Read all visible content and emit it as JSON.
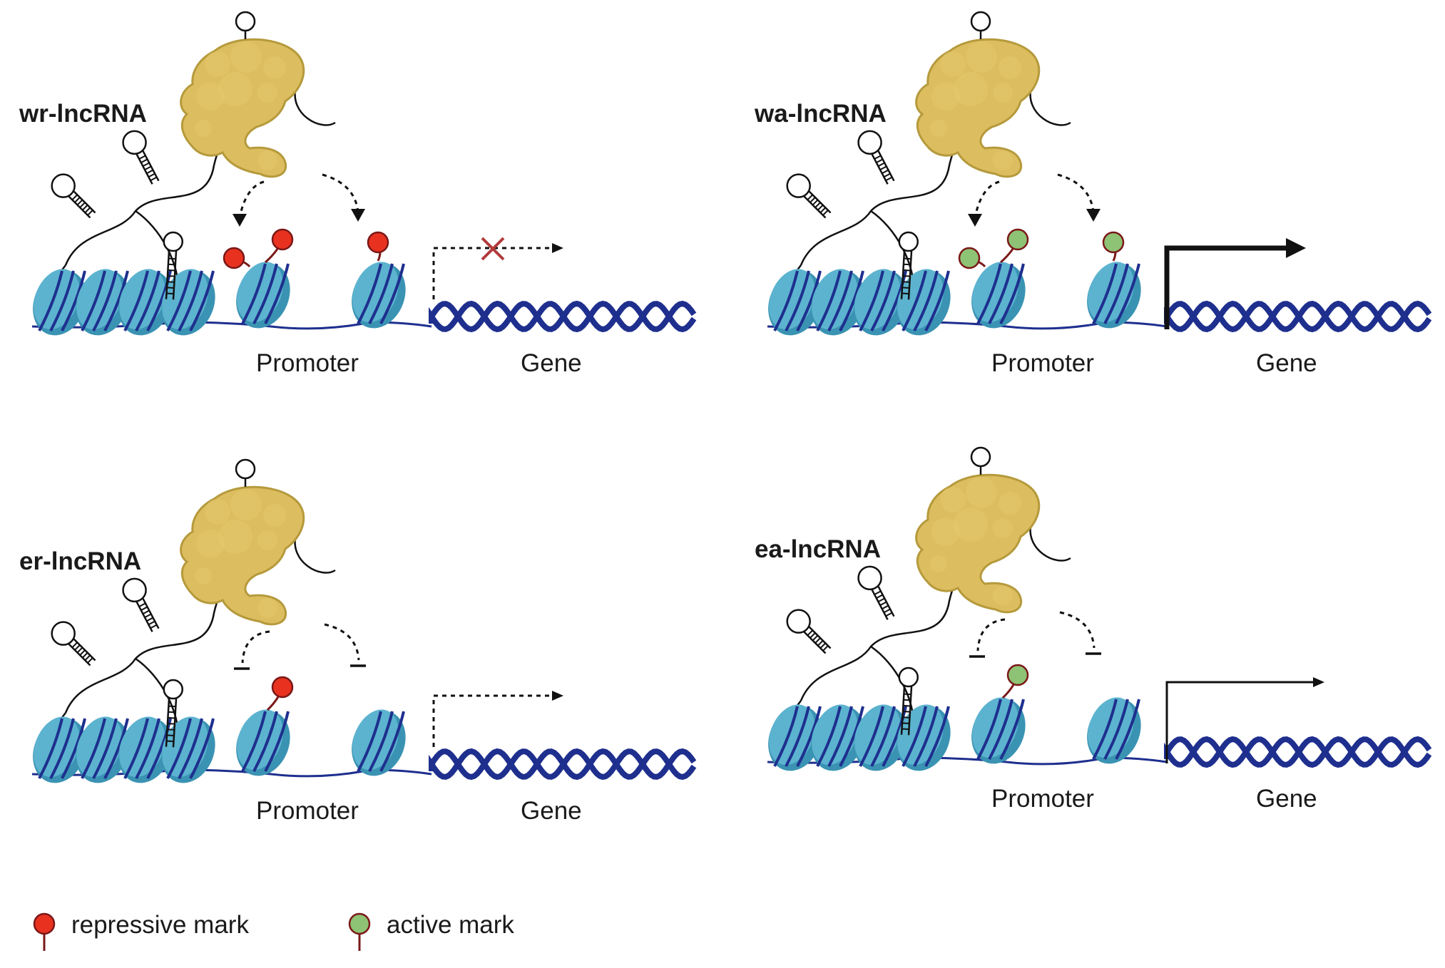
{
  "panels": [
    {
      "id": "wr",
      "title": "wr-lncRNA",
      "mark_type": "repressive",
      "action": "writes",
      "transcription": "blocked",
      "promoter_label": "Promoter",
      "gene_label": "Gene"
    },
    {
      "id": "wa",
      "title": "wa-lncRNA",
      "mark_type": "active",
      "action": "writes",
      "transcription": "strong",
      "promoter_label": "Promoter",
      "gene_label": "Gene"
    },
    {
      "id": "er",
      "title": "er-lncRNA",
      "mark_type": "repressive",
      "action": "erases",
      "transcription": "reduced",
      "promoter_label": "Promoter",
      "gene_label": "Gene"
    },
    {
      "id": "ea",
      "title": "ea-lncRNA",
      "mark_type": "active",
      "action": "erases",
      "transcription": "normal",
      "promoter_label": "Promoter",
      "gene_label": "Gene"
    }
  ],
  "legend": {
    "repressive": "repressive mark",
    "active": "active mark"
  },
  "colors": {
    "nucleosome": "#5cb3cf",
    "nucleosome_dark": "#3a93b3",
    "dna": "#1e2f8e",
    "protein": "#dcbd5f",
    "protein_edge": "#b59a3c",
    "repressive_mark": "#e8321f",
    "active_mark": "#8ec274",
    "mark_stem": "#7a1818",
    "block_x": "#b23a3a"
  }
}
